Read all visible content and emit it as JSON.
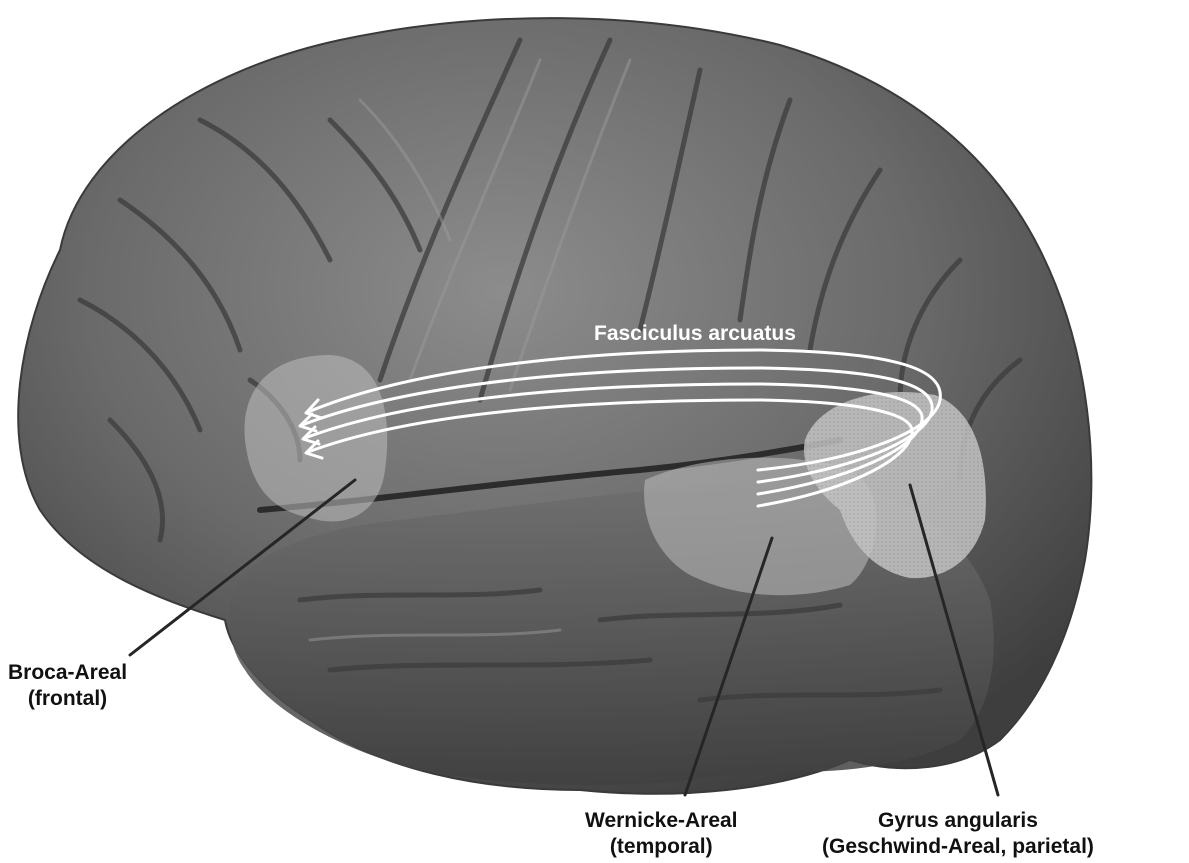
{
  "labels": {
    "fasciculus": "Fasciculus arcuatus",
    "broca": {
      "line1": "Broca-Areal",
      "line2": "(frontal)"
    },
    "wernicke": {
      "line1": "Wernicke-Areal",
      "line2": "(temporal)"
    },
    "gyrus": {
      "line1": "Gyrus angularis",
      "line2": "(Geschwind-Areal, parietal)"
    }
  },
  "colors": {
    "brain_dark": "#4a4a4a",
    "brain_mid": "#6b6b6b",
    "brain_light": "#8a8a8a",
    "highlight_region": "#b5b5b5",
    "fibers": "#ffffff",
    "leader_lines": "#262626"
  }
}
